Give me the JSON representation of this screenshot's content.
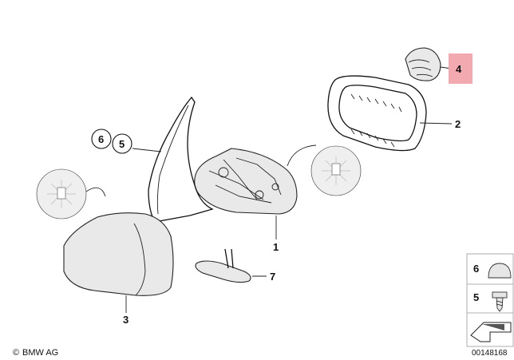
{
  "callouts": {
    "c1": "1",
    "c2": "2",
    "c3": "3",
    "c4": "4",
    "c5": "5",
    "c6": "6",
    "c7": "7"
  },
  "legend": {
    "l6": "6",
    "l5": "5"
  },
  "footer": {
    "brand": "BMW AG",
    "diagram_number": "00148168"
  },
  "colors": {
    "highlight_box": "#f3a9b0",
    "line": "#111111"
  }
}
